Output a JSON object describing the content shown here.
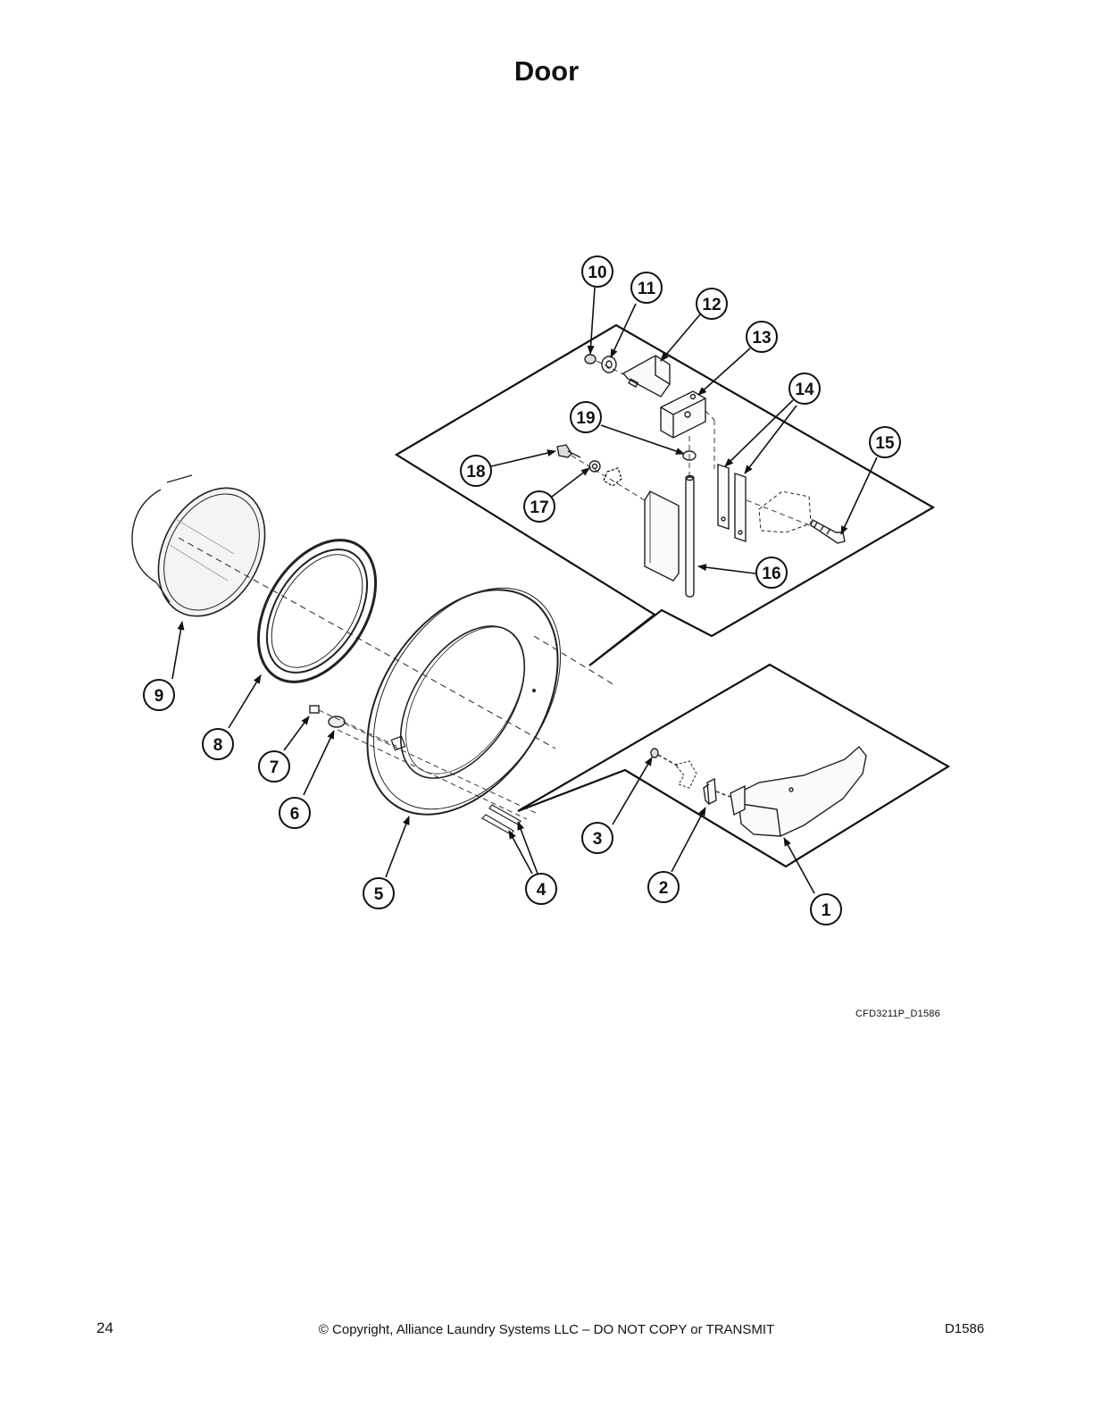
{
  "page": {
    "title": "Door",
    "drawing_ref": "CFD3211P_D1586",
    "page_number": "24",
    "copyright": "© Copyright, Alliance Laundry Systems LLC – DO NOT COPY or TRANSMIT",
    "doc_id": "D1586"
  },
  "diagram": {
    "callouts": [
      {
        "id": "callout-1",
        "label": "1"
      },
      {
        "id": "callout-2",
        "label": "2"
      },
      {
        "id": "callout-3",
        "label": "3"
      },
      {
        "id": "callout-4",
        "label": "4"
      },
      {
        "id": "callout-5",
        "label": "5"
      },
      {
        "id": "callout-6",
        "label": "6"
      },
      {
        "id": "callout-7",
        "label": "7"
      },
      {
        "id": "callout-8",
        "label": "8"
      },
      {
        "id": "callout-9",
        "label": "9"
      },
      {
        "id": "callout-10",
        "label": "10"
      },
      {
        "id": "callout-11",
        "label": "11"
      },
      {
        "id": "callout-12",
        "label": "12"
      },
      {
        "id": "callout-13",
        "label": "13"
      },
      {
        "id": "callout-14",
        "label": "14"
      },
      {
        "id": "callout-15",
        "label": "15"
      },
      {
        "id": "callout-16",
        "label": "16"
      },
      {
        "id": "callout-17",
        "label": "17"
      },
      {
        "id": "callout-18",
        "label": "18"
      },
      {
        "id": "callout-19",
        "label": "19"
      }
    ]
  }
}
